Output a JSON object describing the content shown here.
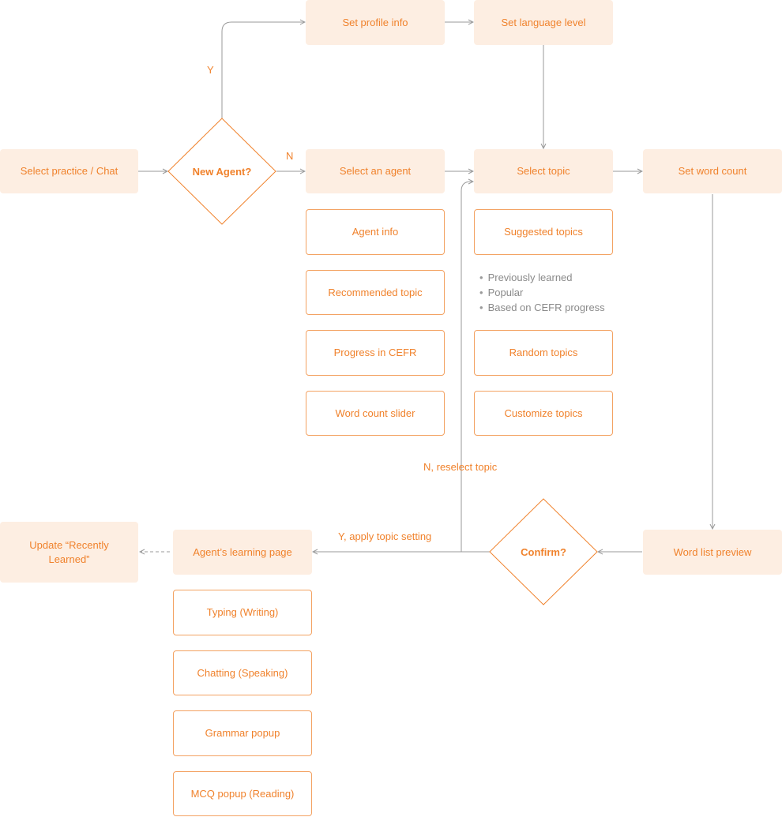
{
  "nodes": {
    "select_practice": "Select practice / Chat",
    "new_agent": "New Agent?",
    "set_profile": "Set profile info",
    "set_language": "Set language level",
    "select_agent": "Select an agent",
    "agent_info": "Agent info",
    "recommended_topic": "Recommended topic",
    "progress_cefr": "Progress in CEFR",
    "word_count_slider": "Word count slider",
    "select_topic": "Select topic",
    "suggested_topics": "Suggested topics",
    "random_topics": "Random topics",
    "customize_topics": "Customize topics",
    "set_word_count": "Set word count",
    "word_list_preview": "Word list preview",
    "confirm": "Confirm?",
    "learning_page": "Agent’s learning page",
    "update_recent": "Update “Recently Learned”",
    "typing": "Typing (Writing)",
    "chatting": "Chatting (Speaking)",
    "grammar_popup": "Grammar popup",
    "mcq_popup": "MCQ popup (Reading)"
  },
  "suggested_list": [
    "Previously learned",
    "Popular",
    "Based on CEFR progress"
  ],
  "edge_labels": {
    "yes": "Y",
    "no": "N",
    "reselect": "N, reselect topic",
    "apply": "Y, apply topic setting"
  },
  "colors": {
    "accent": "#f0822c",
    "fill": "#fdeee2",
    "outline": "#f3a262",
    "line": "#9a9a9a",
    "bullet_text": "#8a8a8a"
  }
}
